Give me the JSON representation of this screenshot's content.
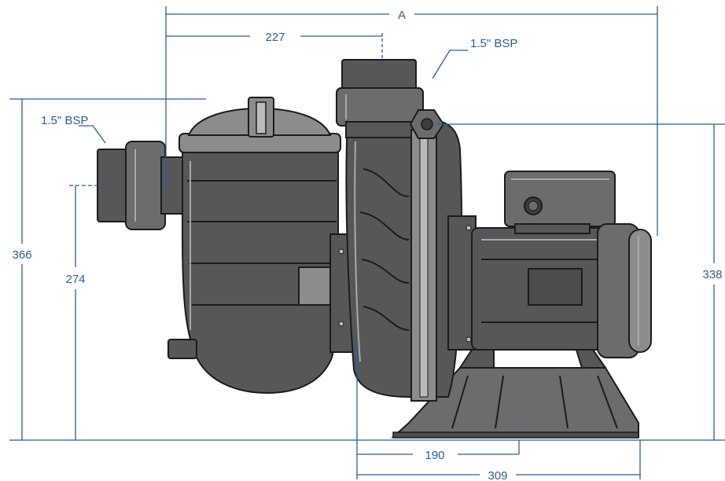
{
  "labels": {
    "overall_length": "A",
    "strainer_to_outlet": "227",
    "outlet_connection": "1.5\" BSP",
    "inlet_connection": "1.5\" BSP",
    "overall_height": "366",
    "inlet_height": "274",
    "motor_height": "338",
    "foot_mount": "190",
    "base_length": "309"
  },
  "colors": {
    "dimension": "#2a5d9a",
    "body": "#555759",
    "outline": "#1c1c1c"
  }
}
